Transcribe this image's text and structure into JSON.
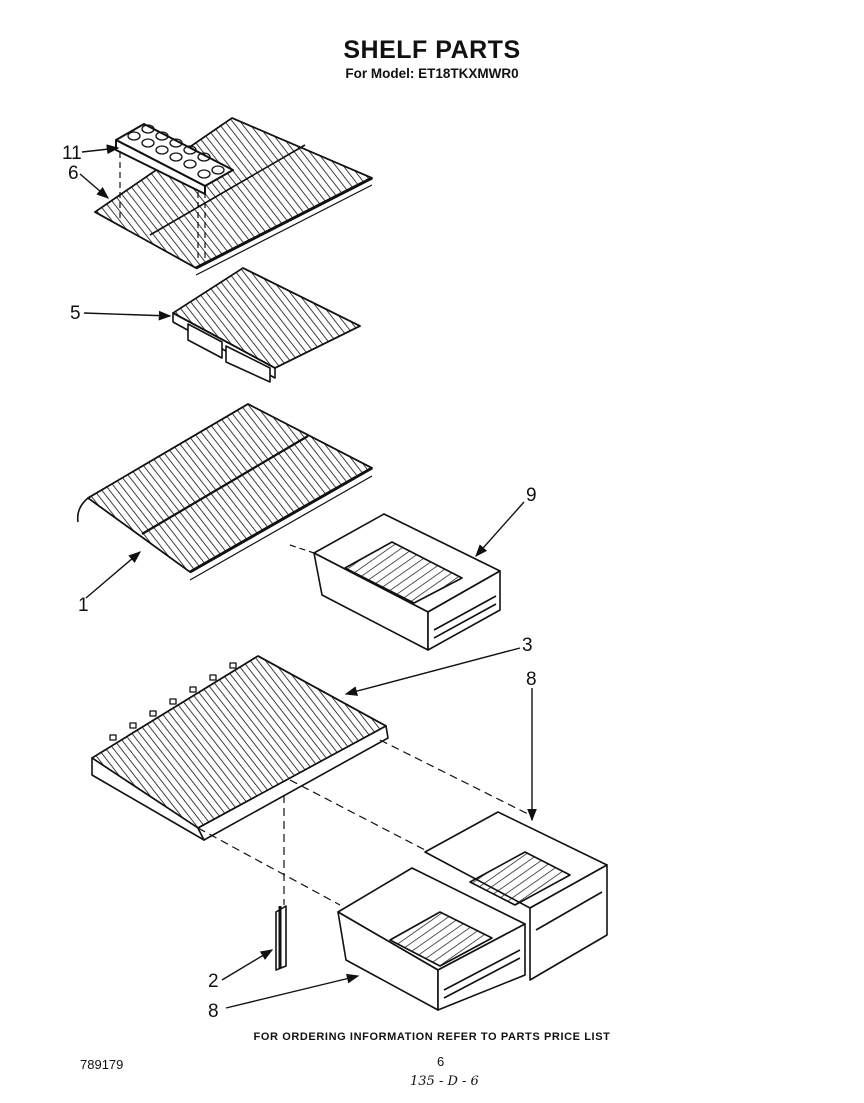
{
  "header": {
    "title": "SHELF PARTS",
    "subtitle": "For Model: ET18TKXMWR0"
  },
  "callouts": [
    {
      "id": "11",
      "label": "11"
    },
    {
      "id": "6",
      "label": "6"
    },
    {
      "id": "5",
      "label": "5"
    },
    {
      "id": "9",
      "label": "9"
    },
    {
      "id": "1",
      "label": "1"
    },
    {
      "id": "3",
      "label": "3"
    },
    {
      "id": "8a",
      "label": "8"
    },
    {
      "id": "2",
      "label": "2"
    },
    {
      "id": "8b",
      "label": "8"
    }
  ],
  "footer": {
    "note": "FOR ORDERING INFORMATION REFER TO PARTS PRICE LIST",
    "doc_number": "789179",
    "page_number": "6",
    "handwritten": "135 - D - 6"
  },
  "colors": {
    "ink": "#111111",
    "paper": "#ffffff"
  }
}
